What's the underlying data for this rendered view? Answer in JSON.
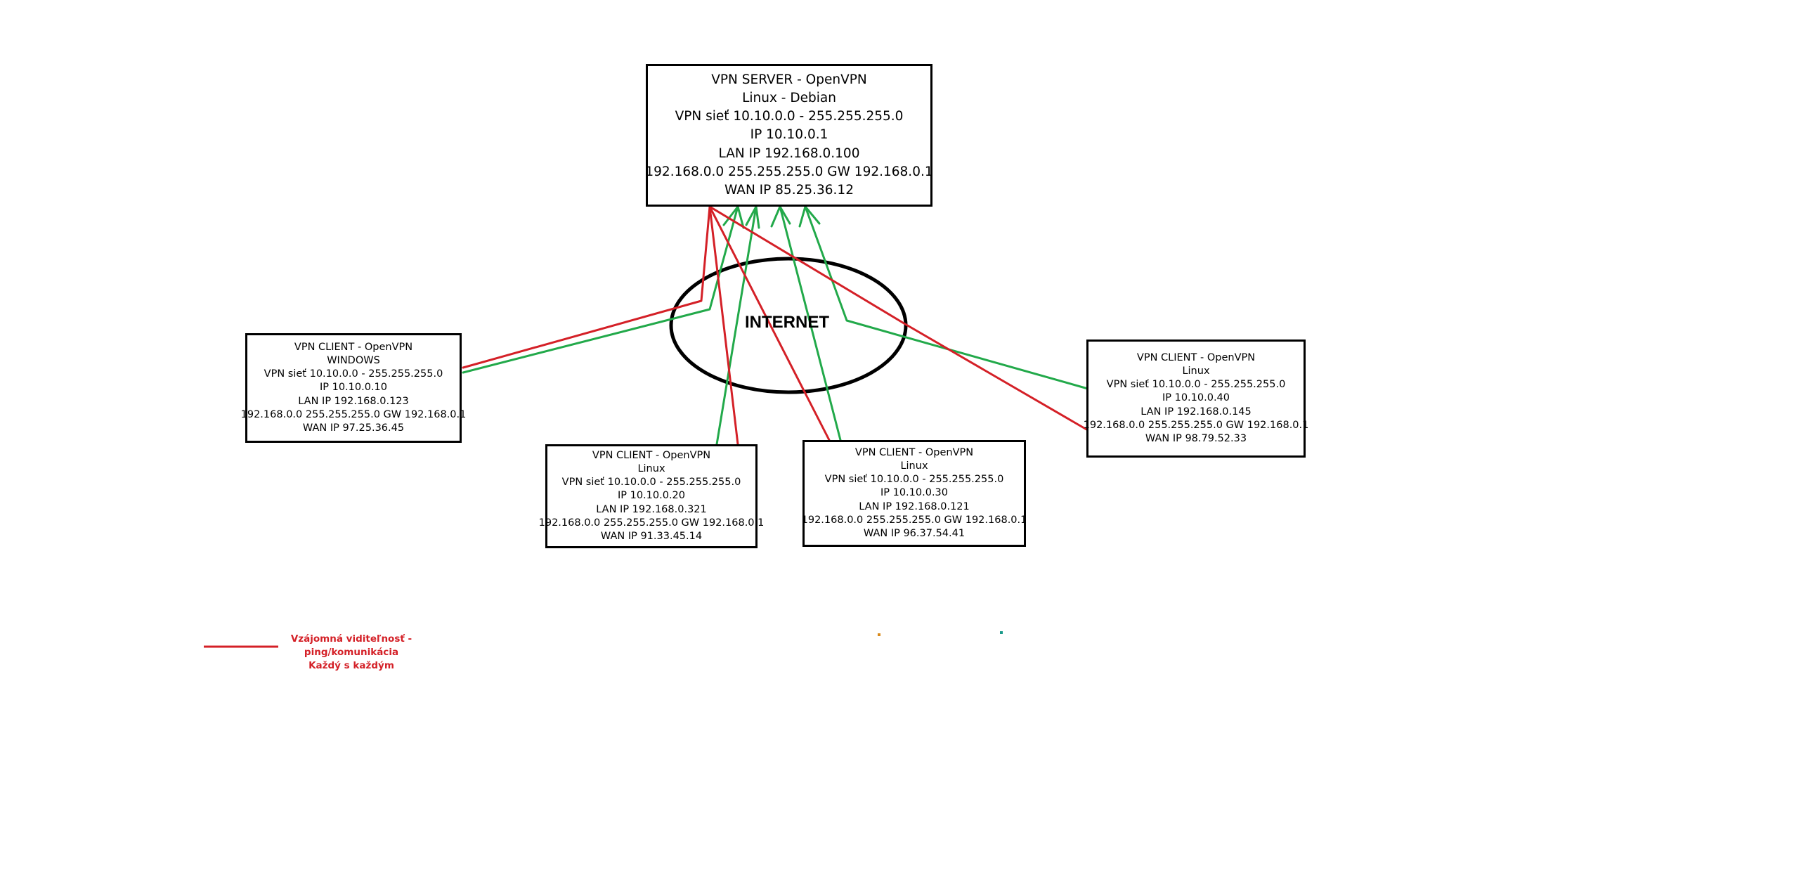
{
  "colors": {
    "red_link": "#d42027",
    "green_link": "#22a94a",
    "border": "#000000",
    "background": "#ffffff"
  },
  "internet": {
    "label": "INTERNET"
  },
  "server": {
    "lines": [
      "VPN SERVER - OpenVPN",
      "Linux - Debian",
      "VPN sieť 10.10.0.0 - 255.255.255.0",
      "IP 10.10.0.1",
      "LAN IP 192.168.0.100",
      "192.168.0.0 255.255.255.0 GW 192.168.0.1",
      "WAN IP 85.25.36.12"
    ]
  },
  "clients": {
    "windows": {
      "lines": [
        "VPN CLIENT - OpenVPN",
        "WINDOWS",
        "VPN sieť 10.10.0.0 - 255.255.255.0",
        "IP 10.10.0.10",
        "LAN IP 192.168.0.123",
        "192.168.0.0 255.255.255.0 GW 192.168.0.1",
        "WAN IP 97.25.36.45"
      ]
    },
    "linux_20": {
      "lines": [
        "VPN CLIENT - OpenVPN",
        "Linux",
        "VPN sieť 10.10.0.0 - 255.255.255.0",
        "IP 10.10.0.20",
        "LAN IP 192.168.0.321",
        "192.168.0.0 255.255.255.0 GW 192.168.0.1",
        "WAN IP 91.33.45.14"
      ]
    },
    "linux_30": {
      "lines": [
        "VPN CLIENT - OpenVPN",
        "Linux",
        "VPN sieť 10.10.0.0 - 255.255.255.0",
        "IP 10.10.0.30",
        "LAN IP 192.168.0.121",
        "192.168.0.0 255.255.255.0 GW 192.168.0.1",
        "WAN IP 96.37.54.41"
      ]
    },
    "linux_40": {
      "lines": [
        "VPN CLIENT - OpenVPN",
        "Linux",
        "VPN sieť 10.10.0.0 - 255.255.255.0",
        "IP 10.10.0.40",
        "LAN IP 192.168.0.145",
        "192.168.0.0 255.255.255.0 GW 192.168.0.1",
        "WAN IP 98.79.52.33"
      ]
    }
  },
  "legend": {
    "lines": [
      "Vzájomná viditeľnosť -",
      "ping/komunikácia",
      "Každý s každým"
    ]
  }
}
